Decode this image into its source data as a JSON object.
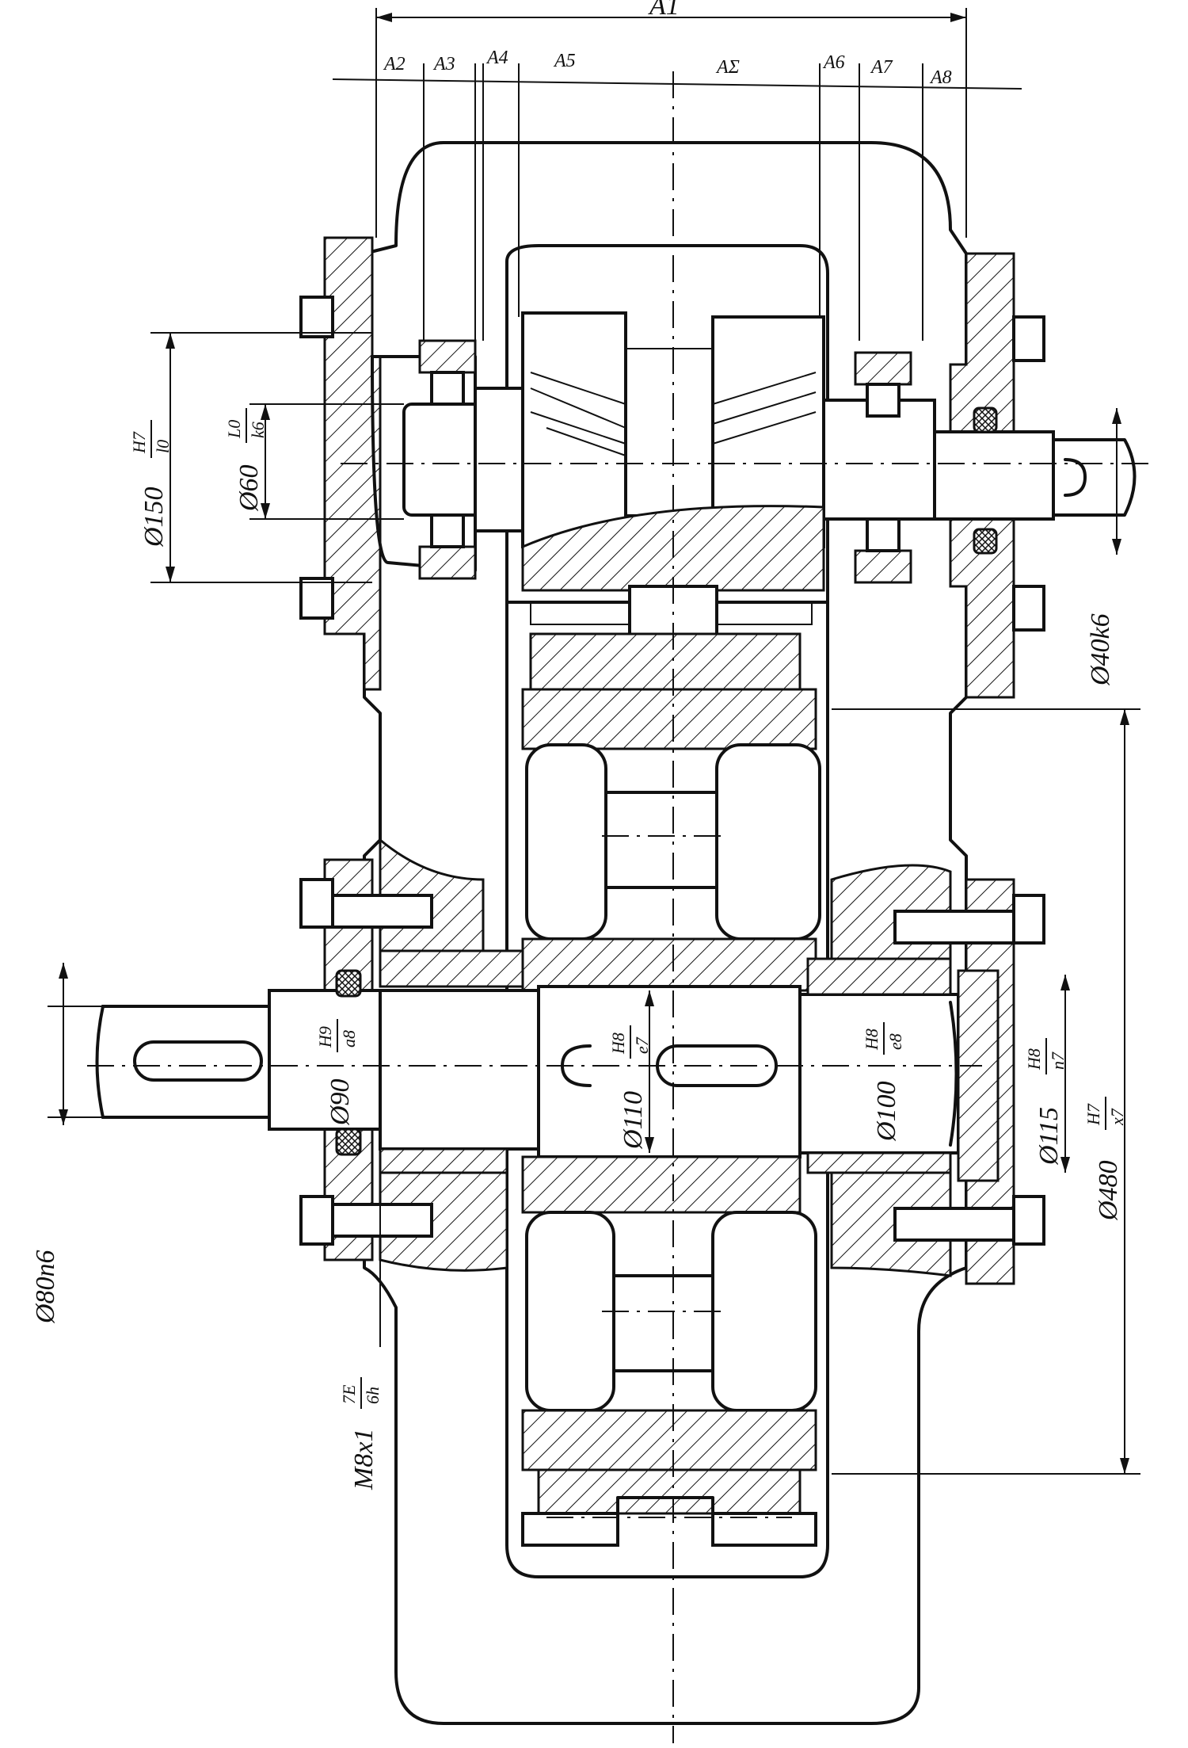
{
  "dimensions": {
    "chain_top": {
      "a1": "A1",
      "a2": "A2",
      "a3": "A3",
      "a4": "A4",
      "a5": "A5",
      "asigma": "AΣ",
      "a6": "A6",
      "a7": "A7",
      "a8": "A8"
    },
    "fits": {
      "d150": {
        "main": "Ø150",
        "top": "H7",
        "bottom": "l0"
      },
      "d60": {
        "main": "Ø60",
        "top": "L0",
        "bottom": "k6"
      },
      "d40": {
        "main": "Ø40k6"
      },
      "d80": {
        "main": "Ø80n6"
      },
      "d90": {
        "main": "Ø90",
        "top": "H9",
        "bottom": "a8"
      },
      "d110": {
        "main": "Ø110",
        "top": "H8",
        "bottom": "e7"
      },
      "d100": {
        "main": "Ø100",
        "top": "H8",
        "bottom": "e8"
      },
      "d115": {
        "main": "Ø115",
        "top": "H8",
        "bottom": "n7"
      },
      "d480": {
        "main": "Ø480",
        "top": "H7",
        "bottom": "x7"
      },
      "m8": {
        "main": "M8x1",
        "top": "7E",
        "bottom": "6h"
      }
    }
  }
}
